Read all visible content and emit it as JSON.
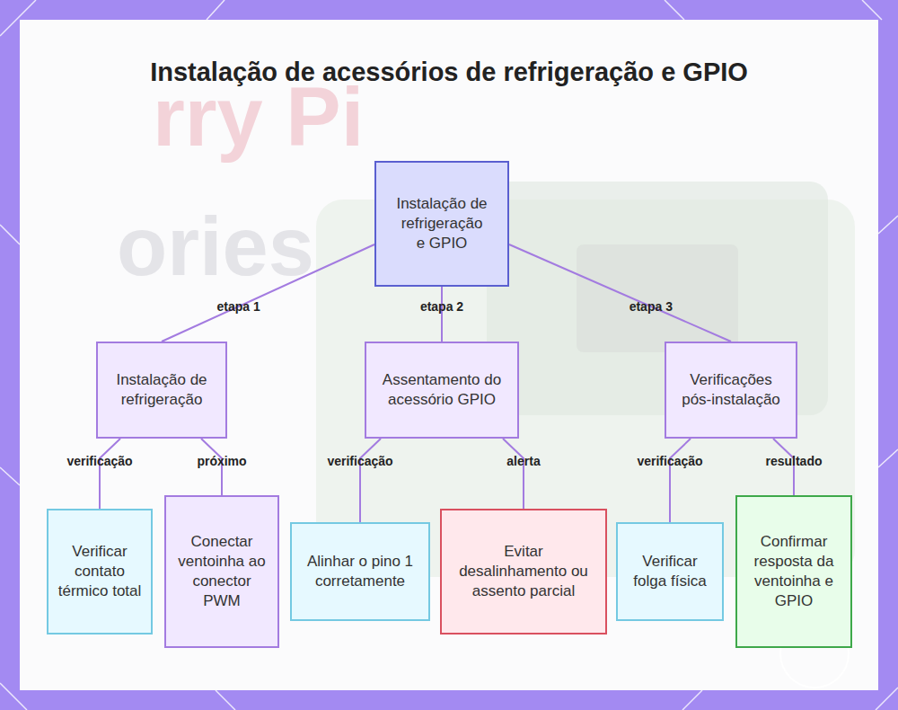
{
  "diagram": {
    "title": "Instalação de acessórios de refrigeração e GPIO",
    "nodes": [
      {
        "text": [
          "Instalação de refrigeração e GPIO"
        ]
      },
      {
        "text": [
          "Instalação de refrigeração"
        ]
      },
      {
        "text": [
          "Assentamento do acessório GPIO"
        ]
      },
      {
        "text": [
          "Verificações pós-instalação"
        ]
      },
      {
        "text": [
          "Verificar contato térmico total"
        ]
      },
      {
        "text": [
          "Conectar ventoinha ao conector PWM"
        ]
      },
      {
        "text": [
          "Alinhar o pino 1 corretamente"
        ]
      },
      {
        "text": [
          "Evitar desalinhamento ou assento parcial"
        ]
      },
      {
        "text": [
          "Verificar folga física"
        ]
      },
      {
        "text": [
          "Confirmar resposta da ventoinha e GPIO"
        ]
      }
    ],
    "edges": [
      {
        "from": 0,
        "to": 1,
        "label": "etapa 1",
        "arrow": "none"
      },
      {
        "from": 0,
        "to": 2,
        "label": "etapa 2",
        "arrow": "none"
      },
      {
        "from": 0,
        "to": 3,
        "label": "etapa 3",
        "arrow": "none"
      },
      {
        "from": 1,
        "to": 4,
        "label": "verificação",
        "arrow": "none"
      },
      {
        "from": 1,
        "to": 5,
        "label": "próximo",
        "arrow": "none"
      },
      {
        "from": 2,
        "to": 6,
        "label": "verificação",
        "arrow": "none"
      },
      {
        "from": 2,
        "to": 7,
        "label": "alerta",
        "arrow": "none"
      },
      {
        "from": 3,
        "to": 8,
        "label": "verificação",
        "arrow": "none"
      },
      {
        "from": 3,
        "to": 9,
        "label": "resultado",
        "arrow": "none"
      }
    ],
    "labels": [
      "rry Pi",
      "ories"
    ]
  }
}
